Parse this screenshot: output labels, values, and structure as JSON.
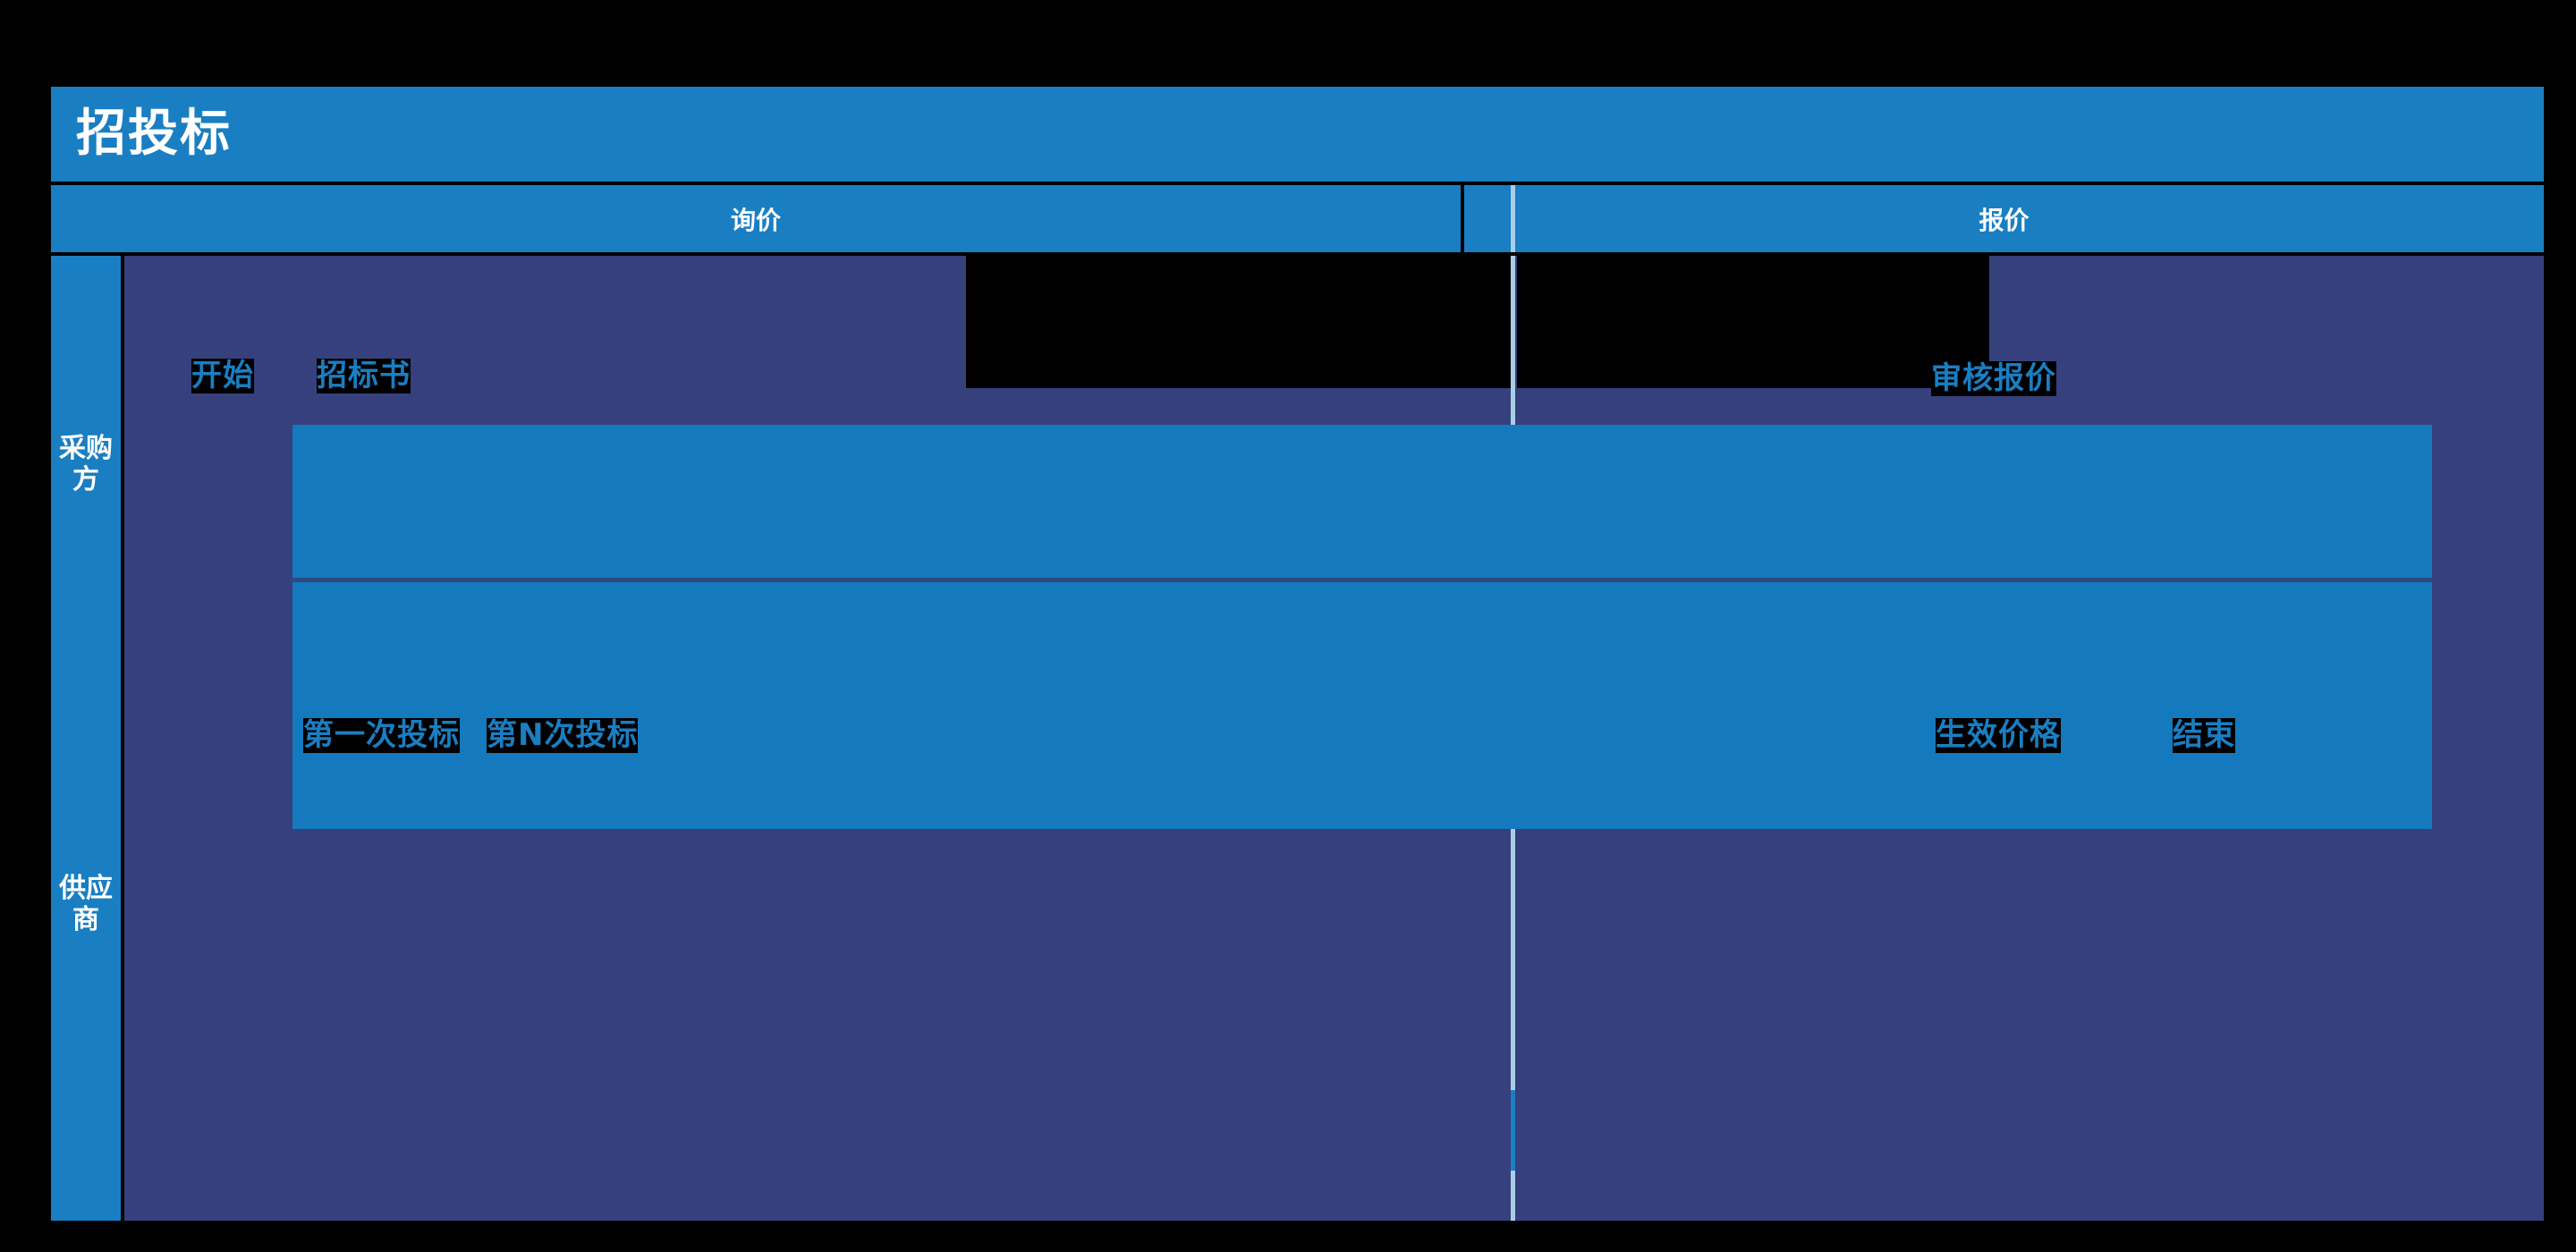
{
  "page": {
    "title": "招投标",
    "background_color": "#000000",
    "accent_blue": "#1a7ec2",
    "panel_purple": "#36407c",
    "block_blue": "#1479bd",
    "divider_light": "#a9cfe8"
  },
  "columns": [
    {
      "key": "inquiry",
      "label": "询价"
    },
    {
      "key": "quotation",
      "label": "报价"
    }
  ],
  "lanes": [
    {
      "key": "buyer",
      "label": "采购方"
    },
    {
      "key": "supplier",
      "label": "供应商"
    }
  ],
  "nodes": {
    "buyer_row": [
      {
        "key": "start",
        "label": "开始"
      },
      {
        "key": "tender_doc",
        "label": "招标书"
      },
      {
        "key": "redacted_1",
        "label": ""
      },
      {
        "key": "redacted_2",
        "label": ""
      },
      {
        "key": "review_quote",
        "label": "审核报价"
      }
    ],
    "supplier_row": [
      {
        "key": "first_bid",
        "label": "第一次投标"
      },
      {
        "key": "nth_bid",
        "label": "第N次投标"
      },
      {
        "key": "effective_price",
        "label": "生效价格"
      },
      {
        "key": "end",
        "label": "结束"
      }
    ]
  }
}
